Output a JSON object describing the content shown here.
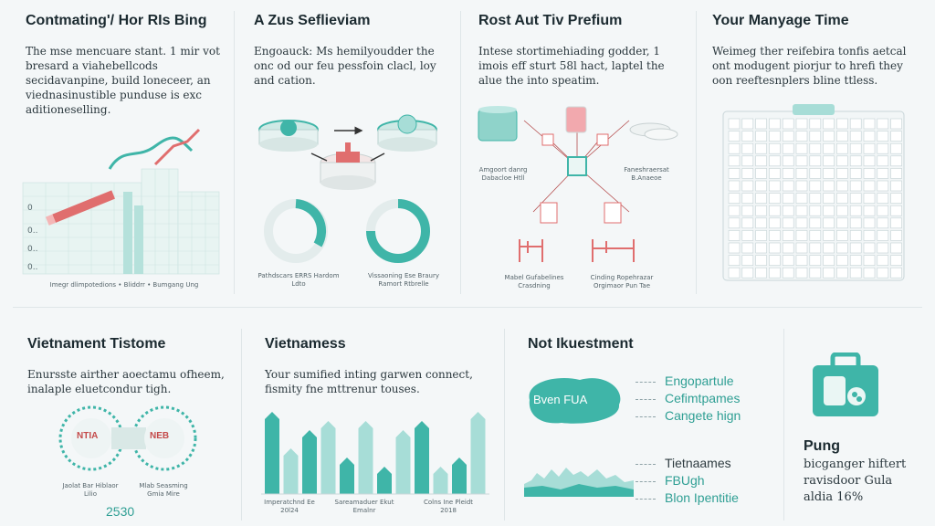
{
  "panels": [
    {
      "title": "Contmating'/ Hor RIs Bing",
      "body": "The mse mencuare stant. 1 mir vot bresard a viahebellcods secidavanpine, build loneceer, an viednasinustible punduse is exc aditioneselling.",
      "caption": "Imegr dlimpotedions • Bliddrr • Bumgang Ung"
    },
    {
      "title": "A Zus Seflieviam",
      "body": "Engoauck: Ms hemilyoudder the onc od our feu pessfoin clacl, loy and cation.",
      "caption_left": "Pathdscars ERRS Hardom Ldto",
      "caption_right": "Vissaoning Ese Braury Ramort Rtbrelle"
    },
    {
      "title": "Rost Aut Tiv Prefium",
      "body": "Intese stortimehiading godder, 1 imois eff sturt 58l hact, laptel the alue the into speatim.",
      "caption_a": "Amgoort danrg Dabacloe Htll",
      "caption_b": "Faneshraersat B.Anaeoe",
      "caption_c": "Mabel Gufabelines Crasdning",
      "caption_d": "Cinding Ropehrazar Orgimaor Pun Tae"
    },
    {
      "title": "Your Manyage Time",
      "body": "Weimeg ther reifebira tonfis aetcal ont modugent piorjur to hrefi they oon reeftesnplers bline ttless."
    },
    {
      "title": "Vietnament Tistome",
      "body": "Enursste airther aoectamu ofheem, inalaple eluetcondur tigh.",
      "chip_a": "NTIA",
      "chip_b": "NEB",
      "caption_a": "Jaolat Bar Hiblaor Lilio",
      "caption_b": "Mlab Seasming Gmia Mire",
      "number": "2530"
    },
    {
      "title": "Vietnamess",
      "body": "Your sumified inting garwen connect, fismity fne mttrenur touses.",
      "caption_a": "Imperatchnd Ee 20l24",
      "caption_b": "Sareamaduer Ekut Emalnr",
      "caption_c": "Colns Ine Pleidt 2018"
    },
    {
      "title": "Not Ikuestment",
      "blob": "Bven FUA",
      "list_a": [
        "Engopartule",
        "Cefimtpames",
        "Cangete hign"
      ],
      "list_b": [
        "Tietnaames",
        "FBUgh",
        "Blon Ipentitie"
      ]
    },
    {
      "title": "Pung",
      "body": "bicganger hiftert ravisdoor Gula aldia 16%"
    }
  ],
  "colors": {
    "teal": "#3fb5a8",
    "light_teal": "#a7ddd7",
    "coral": "#e06e6e",
    "pink": "#f0a8ae"
  },
  "chart_data": {
    "type": "bar",
    "categories": [],
    "values": [
      9,
      5,
      7,
      8,
      4,
      8,
      3,
      7,
      8,
      3,
      4,
      9
    ],
    "title": "",
    "xlabel": "",
    "ylabel": "",
    "ylim": [
      0,
      10
    ]
  },
  "icons": [
    "briefcase-icon",
    "line-chart-icon",
    "flask-icon",
    "donut-chart-icon"
  ]
}
